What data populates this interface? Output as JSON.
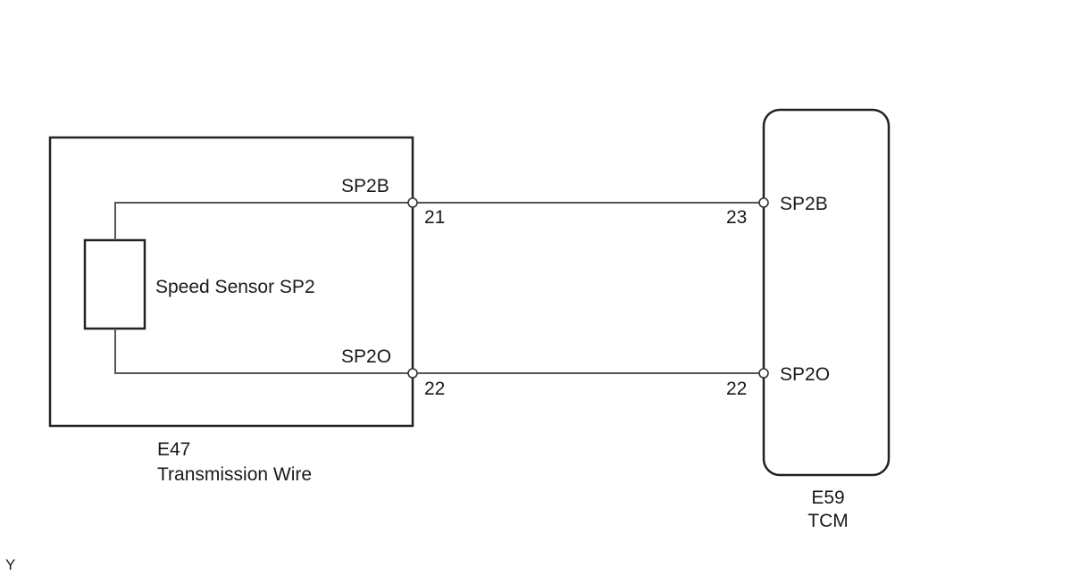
{
  "transmission_wire": {
    "connector_code": "E47",
    "name": "Transmission Wire",
    "sensor_label": "Speed Sensor SP2",
    "pins": [
      {
        "signal": "SP2B",
        "number": "21"
      },
      {
        "signal": "SP2O",
        "number": "22"
      }
    ]
  },
  "tcm": {
    "connector_code": "E59",
    "name": "TCM",
    "pins": [
      {
        "signal": "SP2B",
        "number": "23"
      },
      {
        "signal": "SP2O",
        "number": "22"
      }
    ]
  },
  "corner_mark": "Y"
}
